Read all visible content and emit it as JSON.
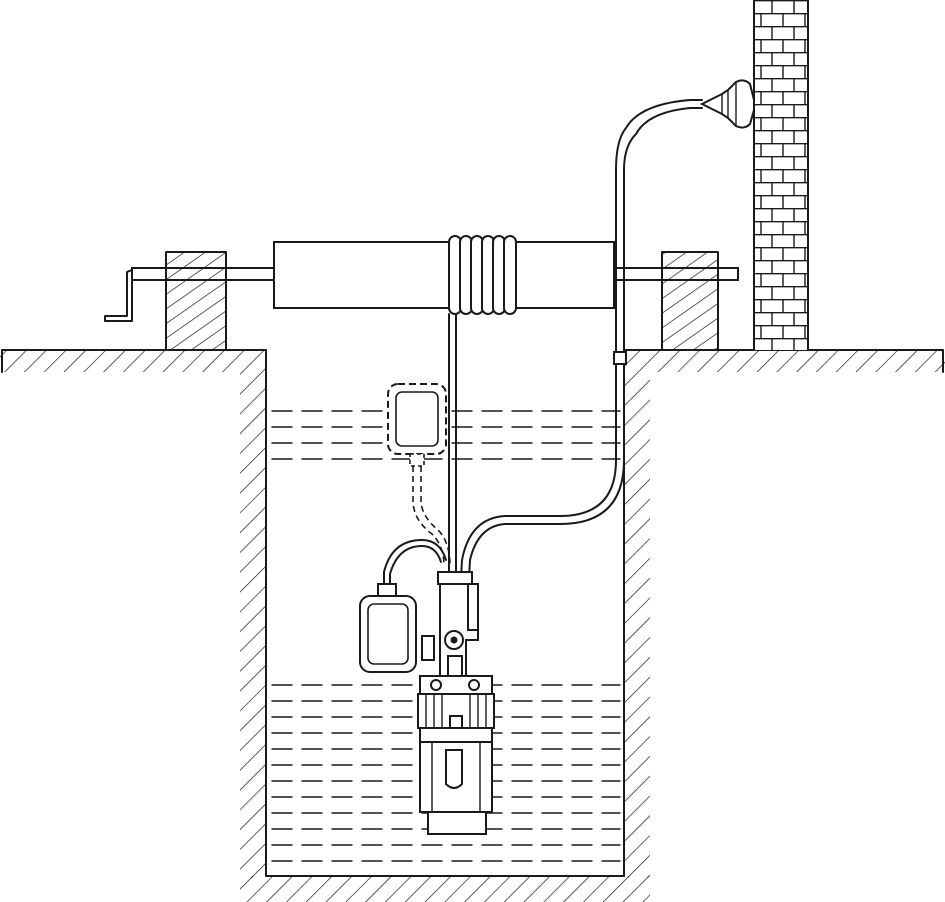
{
  "diagram": {
    "type": "technical-line-drawing",
    "subject": "submersible-well-pump-installation",
    "colors": {
      "line": "#1a1a1a",
      "background": "#ffffff"
    },
    "components": [
      "hand-crank",
      "left-support-post",
      "winch-drum",
      "rope-coil",
      "right-support-post",
      "brick-wall",
      "wall-insulator",
      "electric-cable",
      "well-shaft",
      "water-surface-upper",
      "water-surface-lower",
      "float-switch-upper-position",
      "float-switch-lower-position",
      "submersible-pump",
      "suspension-rope",
      "discharge-pipe",
      "ground-surface"
    ]
  }
}
